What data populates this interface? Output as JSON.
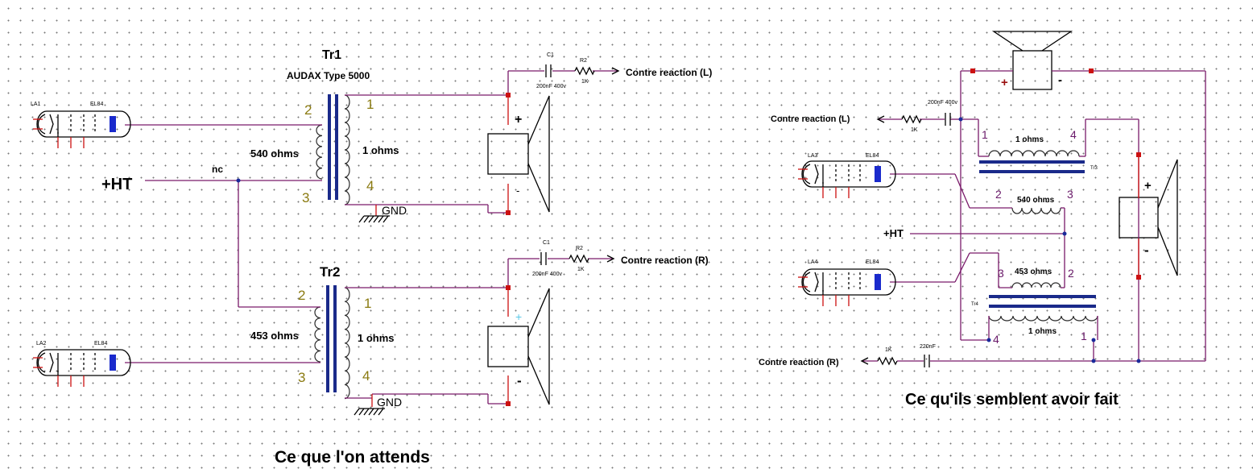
{
  "left": {
    "tr1_name": "Tr1",
    "tr1_model": "AUDAX Type 5000",
    "tr2_name": "Tr2",
    "tr1_primary": "540 ohms",
    "tr1_secondary": "1 ohms",
    "tr2_primary": "453 ohms",
    "tr2_secondary": "1 ohms",
    "ht": "+HT",
    "nc": "nc",
    "gnd": "GND",
    "pin1": "1",
    "pin2": "2",
    "pin3": "3",
    "pin4": "4",
    "tube1_ref": "LA1",
    "tube1_type": "EL84",
    "tube2_ref": "LA2",
    "tube2_type": "EL84",
    "c_ref": "C1",
    "c_val": "200nF 400v",
    "r_ref": "R2",
    "r_val": "1K",
    "feedback_l": "Contre reaction (L)",
    "feedback_r": "Contre reaction (R)",
    "plus": "+",
    "minus": "-",
    "caption": "Ce que l'on attends"
  },
  "right": {
    "tr3_ref": "Tr3",
    "tr4_ref": "Tr4",
    "tr3_secondary": "1 ohms",
    "tr3_primary": "540 ohms",
    "tr4_primary": "453 ohms",
    "tr4_secondary": "1 ohms",
    "ht": "+HT",
    "tube3_ref": "LA3",
    "tube3_type": "EL84",
    "tube4_ref": "LA4",
    "tube4_type": "EL84",
    "c_top": "200nF 400v",
    "r_top": "1K",
    "c_bot": "220nF",
    "r_bot": "1K",
    "feedback_l": "Contre reaction (L)",
    "feedback_r": "Contre reaction (R)",
    "pin1": "1",
    "pin2": "2",
    "pin3": "3",
    "pin4": "4",
    "plus": "+",
    "minus": "-",
    "caption": "Ce qu'ils semblent avoir fait"
  }
}
